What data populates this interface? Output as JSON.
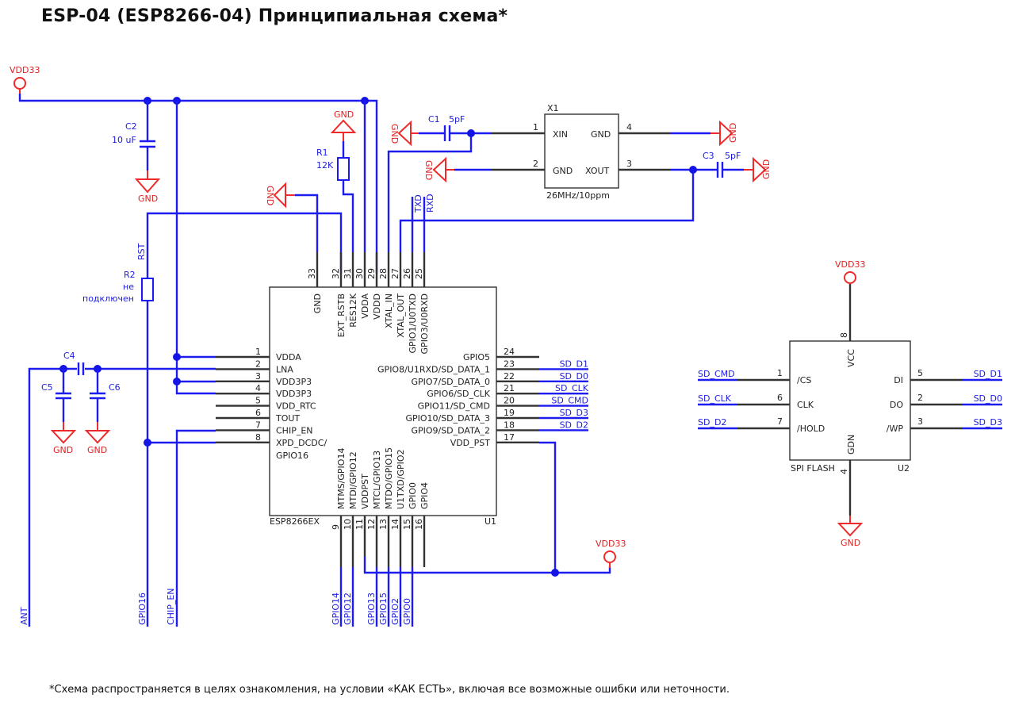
{
  "title": "ESP-04 (ESP8266-04) Принципиальная схема*",
  "footnote": "*Схема распространяется в целях ознакомления, на условии «КАК ЕСТЬ», включая все возможные ошибки или неточности.",
  "colors": {
    "wire": "#1c1cf0",
    "power": "#ee2a2a",
    "pin": "#333333"
  },
  "power": {
    "vdd": "VDD33",
    "gnd": "GND"
  },
  "components": {
    "c1": {
      "ref": "C1",
      "value": "5pF"
    },
    "c2": {
      "ref": "C2",
      "value": "10 uF"
    },
    "c3": {
      "ref": "C3",
      "value": "5pF"
    },
    "c4": {
      "ref": "C4"
    },
    "c5": {
      "ref": "C5"
    },
    "c6": {
      "ref": "C6"
    },
    "r1": {
      "ref": "R1",
      "value": "12K"
    },
    "r2": {
      "ref": "R2",
      "value_line1": "не",
      "value_line2": "подключен"
    },
    "x1": {
      "ref": "X1",
      "value": "26MHz/10ppm",
      "pins": {
        "p1": "1",
        "p2": "2",
        "p3": "3",
        "p4": "4",
        "xin": "XIN",
        "gnd": "GND",
        "xout": "XOUT",
        "gnd2": "GND"
      }
    },
    "u1": {
      "ref": "U1",
      "name": "ESP8266EX",
      "left": [
        {
          "num": "1",
          "name": "VDDA"
        },
        {
          "num": "2",
          "name": "LNA"
        },
        {
          "num": "3",
          "name": "VDD3P3"
        },
        {
          "num": "4",
          "name": "VDD3P3"
        },
        {
          "num": "5",
          "name": "VDD_RTC"
        },
        {
          "num": "6",
          "name": "TOUT"
        },
        {
          "num": "7",
          "name": "CHIP_EN"
        },
        {
          "num": "8",
          "name": "XPD_DCDC/"
        }
      ],
      "left_extra": "GPIO16",
      "right": [
        {
          "num": "24",
          "name": "GPIO5"
        },
        {
          "num": "23",
          "name": "GPIO8/U1RXD/SD_DATA_1"
        },
        {
          "num": "22",
          "name": "GPIO7/SD_DATA_0"
        },
        {
          "num": "21",
          "name": "GPIO6/SD_CLK"
        },
        {
          "num": "20",
          "name": "GPIO11/SD_CMD"
        },
        {
          "num": "19",
          "name": "GPIO10/SD_DATA_3"
        },
        {
          "num": "18",
          "name": "GPIO9/SD_DATA_2"
        },
        {
          "num": "17",
          "name": "VDD_PST"
        }
      ],
      "top": [
        {
          "num": "33",
          "name": "GND"
        },
        {
          "num": "32",
          "name": "EXT_RSTB"
        },
        {
          "num": "31",
          "name": "RES12K"
        },
        {
          "num": "30",
          "name": "VDDA"
        },
        {
          "num": "29",
          "name": "VDDD"
        },
        {
          "num": "28",
          "name": "XTAL_IN"
        },
        {
          "num": "27",
          "name": "XTAL_OUT"
        },
        {
          "num": "26",
          "name": "GPIO1/U0TXD"
        },
        {
          "num": "25",
          "name": "GPIO3/U0RXD"
        }
      ],
      "bottom": [
        {
          "num": "9",
          "name": "MTMS/GPIO14"
        },
        {
          "num": "10",
          "name": "MTDI/GPIO12"
        },
        {
          "num": "11",
          "name": "VDDPST"
        },
        {
          "num": "12",
          "name": "MTCL/GPIO13"
        },
        {
          "num": "13",
          "name": "MTDO/GPIO15"
        },
        {
          "num": "14",
          "name": "U1TXD/GPIO2"
        },
        {
          "num": "15",
          "name": "GPIO0"
        },
        {
          "num": "16",
          "name": "GPIO4"
        }
      ]
    },
    "u2": {
      "ref": "U2",
      "name": "SPI FLASH",
      "left": [
        {
          "num": "1",
          "name": "/CS",
          "net": "SD_CMD"
        },
        {
          "num": "6",
          "name": "CLK",
          "net": "SD_CLK"
        },
        {
          "num": "7",
          "name": "/HOLD",
          "net": "SD_D2"
        }
      ],
      "right": [
        {
          "num": "5",
          "name": "DI",
          "net": "SD_D1"
        },
        {
          "num": "2",
          "name": "DO",
          "net": "SD_D0"
        },
        {
          "num": "3",
          "name": "/WP",
          "net": "SD_D3"
        }
      ],
      "top": {
        "num": "8",
        "name": "VCC"
      },
      "bottom": {
        "num": "4",
        "name": "GDN"
      }
    }
  },
  "nets": {
    "rst": "RST",
    "txd": "TXD",
    "rxd": "RXD",
    "sd_right": [
      "SD_D1",
      "SD_D0",
      "SD_CLK",
      "SD_CMD",
      "SD_D3",
      "SD_D2"
    ],
    "bottom_left": [
      "ANT",
      "GPIO16",
      "CHIP_EN"
    ],
    "bottom_u1": [
      "GPIO14",
      "GPIO12",
      "GPIO13",
      "GPIO15",
      "GPIO2",
      "GPIO0"
    ]
  }
}
